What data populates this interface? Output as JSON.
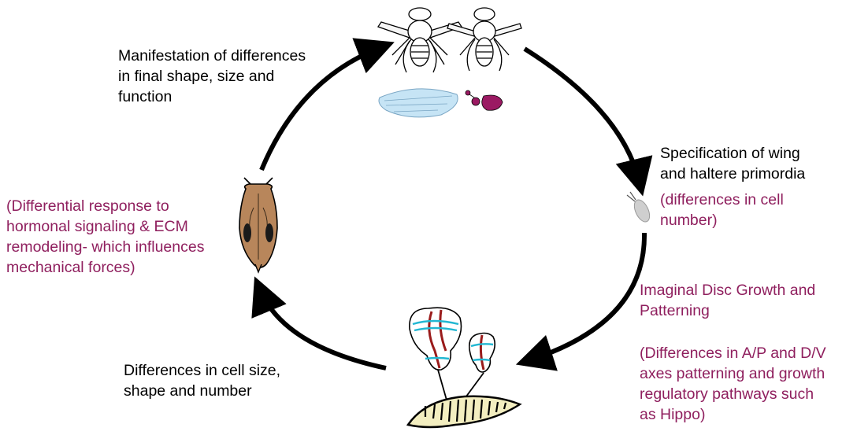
{
  "colors": {
    "text_black": "#000000",
    "text_magenta": "#8f1f5e",
    "arrow": "#000000",
    "pupa": "#b8865b",
    "larva": "#f3eec0",
    "disc_red": "#9a1b1b",
    "disc_cyan": "#22b7d2",
    "wing": "#c6e4f5",
    "haltere": "#9b1a63"
  },
  "labels": {
    "manifestation": "Manifestation of differences\nin final shape, size and\nfunction",
    "specification": "Specification of wing\nand haltere primordia",
    "cell_number": "(differences in cell\nnumber)",
    "imaginal": "Imaginal Disc Growth and\nPatterning",
    "axes": "(Differences in A/P and D/V\naxes patterning and growth\nregulatory pathways such\nas Hippo)",
    "cell_size": "Differences in cell size,\nshape and number",
    "hormonal": "(Differential response to\nhormonal signaling & ECM\nremodeling- which influences\nmechanical forces)"
  },
  "icons": {
    "flies": "adult-flies-icon",
    "wing": "wing-icon",
    "haltere": "haltere-icon",
    "embryo": "embryo-primordia-icon",
    "discs": "imaginal-discs-icon",
    "larva": "larva-icon",
    "pupa": "pupa-icon"
  }
}
